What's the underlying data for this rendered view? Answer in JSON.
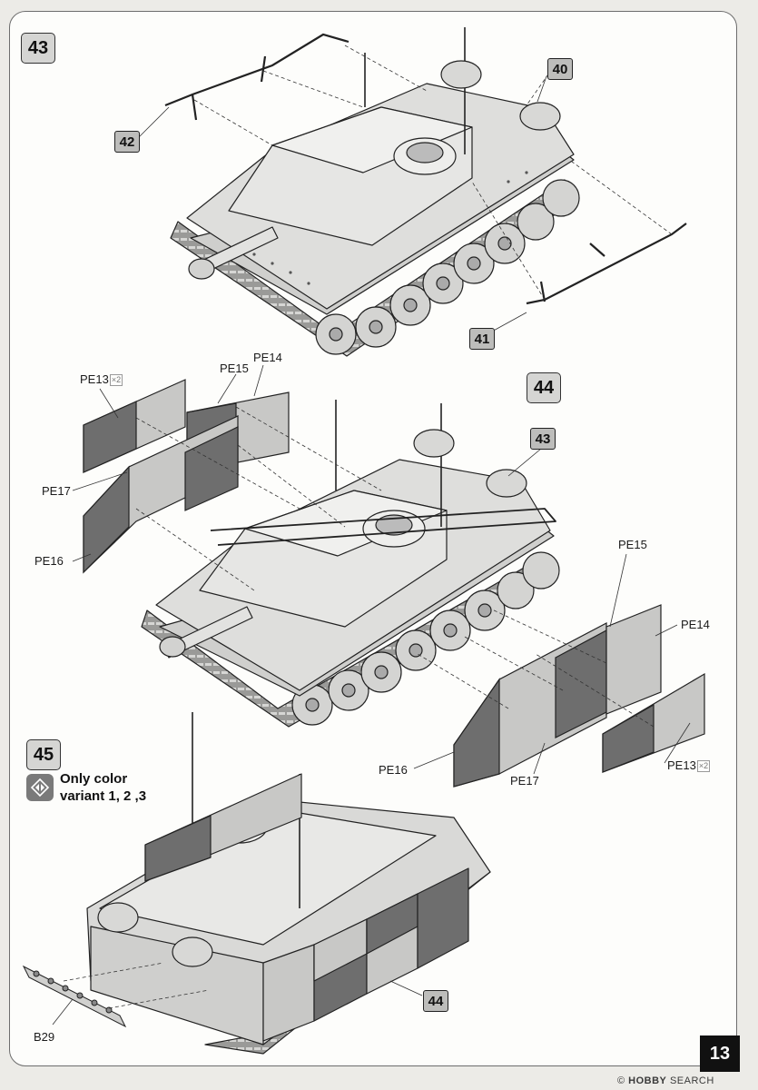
{
  "steps": {
    "step43": "43",
    "step44": "44",
    "step45": "45"
  },
  "callouts": {
    "c40": "40",
    "c41": "41",
    "c42": "42",
    "c43": "43",
    "c44": "44"
  },
  "parts": {
    "pe13": "PE13",
    "pe13_mult": "×2",
    "pe14": "PE14",
    "pe15": "PE15",
    "pe16": "PE16",
    "pe17": "PE17",
    "b29": "B29"
  },
  "note": {
    "line1": "Only color",
    "line2": "variant 1, 2 ,3"
  },
  "page_number": "13",
  "watermark": {
    "brand": "HOBBY",
    "brand2": "SEARCH",
    "symbol": "©"
  },
  "colors": {
    "panel_dark": "#6e6e6e",
    "panel_light": "#c8c8c6",
    "tank_body": "#d9d9d7"
  }
}
